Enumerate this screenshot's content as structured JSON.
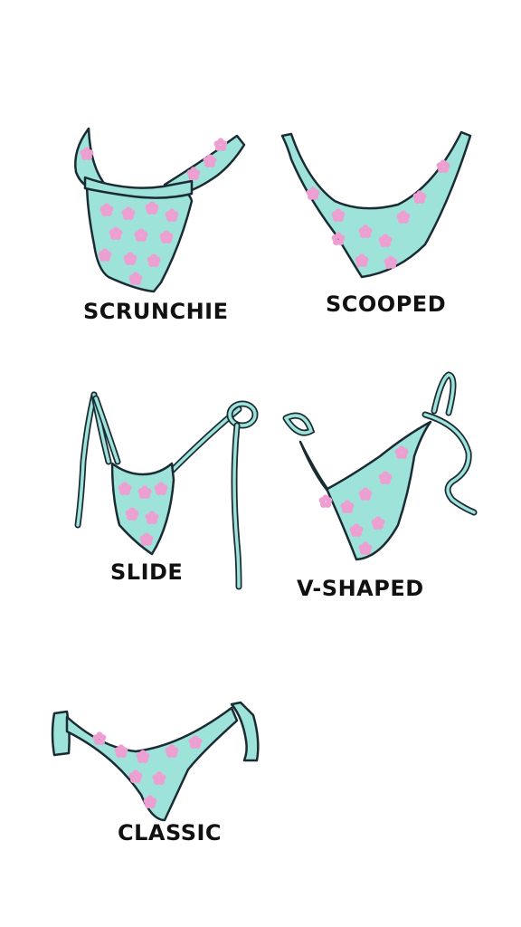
{
  "colors": {
    "fabric": "#9ee3da",
    "outline": "#1b2b33",
    "flower": "#ee9fd2",
    "background": "#ffffff",
    "label": "#111111"
  },
  "styles": [
    {
      "id": "scrunchie",
      "label": "SCRUNCHIE"
    },
    {
      "id": "scooped",
      "label": "SCOOPED"
    },
    {
      "id": "slide",
      "label": "SLIDE"
    },
    {
      "id": "vshaped",
      "label": "V-SHAPED"
    },
    {
      "id": "classic",
      "label": "CLASSIC"
    }
  ]
}
